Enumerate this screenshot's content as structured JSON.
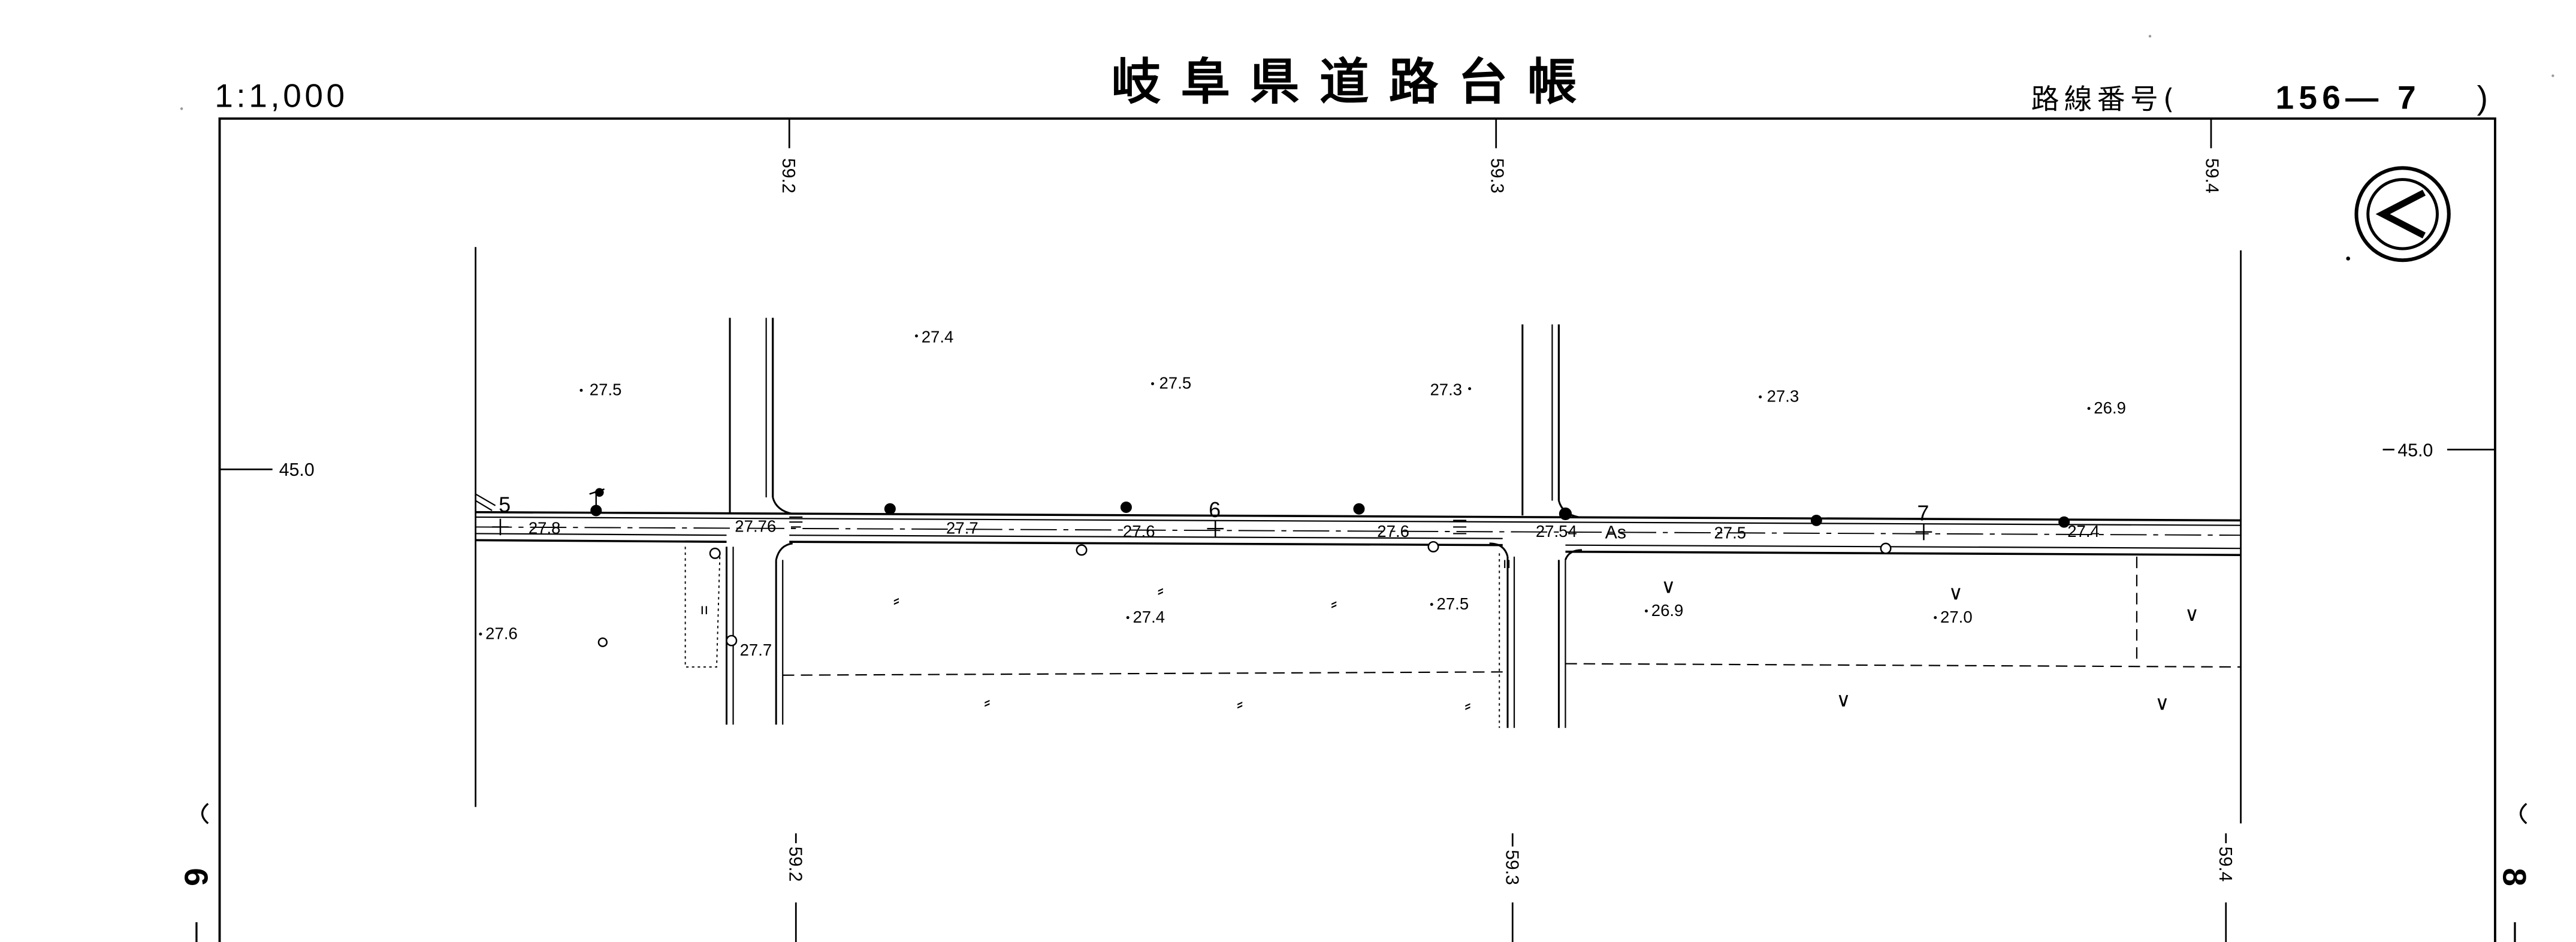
{
  "header": {
    "scale": "1:1,000",
    "title": "岐阜県道路台帳",
    "route_label": "路線番号(",
    "route_number": "156— 7",
    "route_close": ")"
  },
  "chainage": {
    "left": "59.2",
    "middle": "59.3",
    "right": "59.4"
  },
  "offsets": {
    "left": "45.0",
    "right": "45.0"
  },
  "sheet_refs": {
    "left": "6",
    "right": "8"
  },
  "north_arrow": "north-arrow-icon",
  "stations": [
    "5",
    "6",
    "7"
  ],
  "road": {
    "surface": "As",
    "centerline_elevations": [
      "27.8",
      "27.76",
      "27.7",
      "27.6",
      "27.6",
      "27.54",
      "27.5",
      "27.4"
    ]
  },
  "spot_heights": {
    "upper": [
      "27.5",
      "27.4",
      "27.5",
      "27.3",
      "27.3",
      "26.9"
    ],
    "lower": [
      "27.6",
      "27.7",
      "27.4",
      "27.5",
      "26.9",
      "27.0"
    ]
  },
  "land_use_symbols": {
    "paddy": "⸗",
    "field": "∨",
    "grass": "ıı"
  }
}
